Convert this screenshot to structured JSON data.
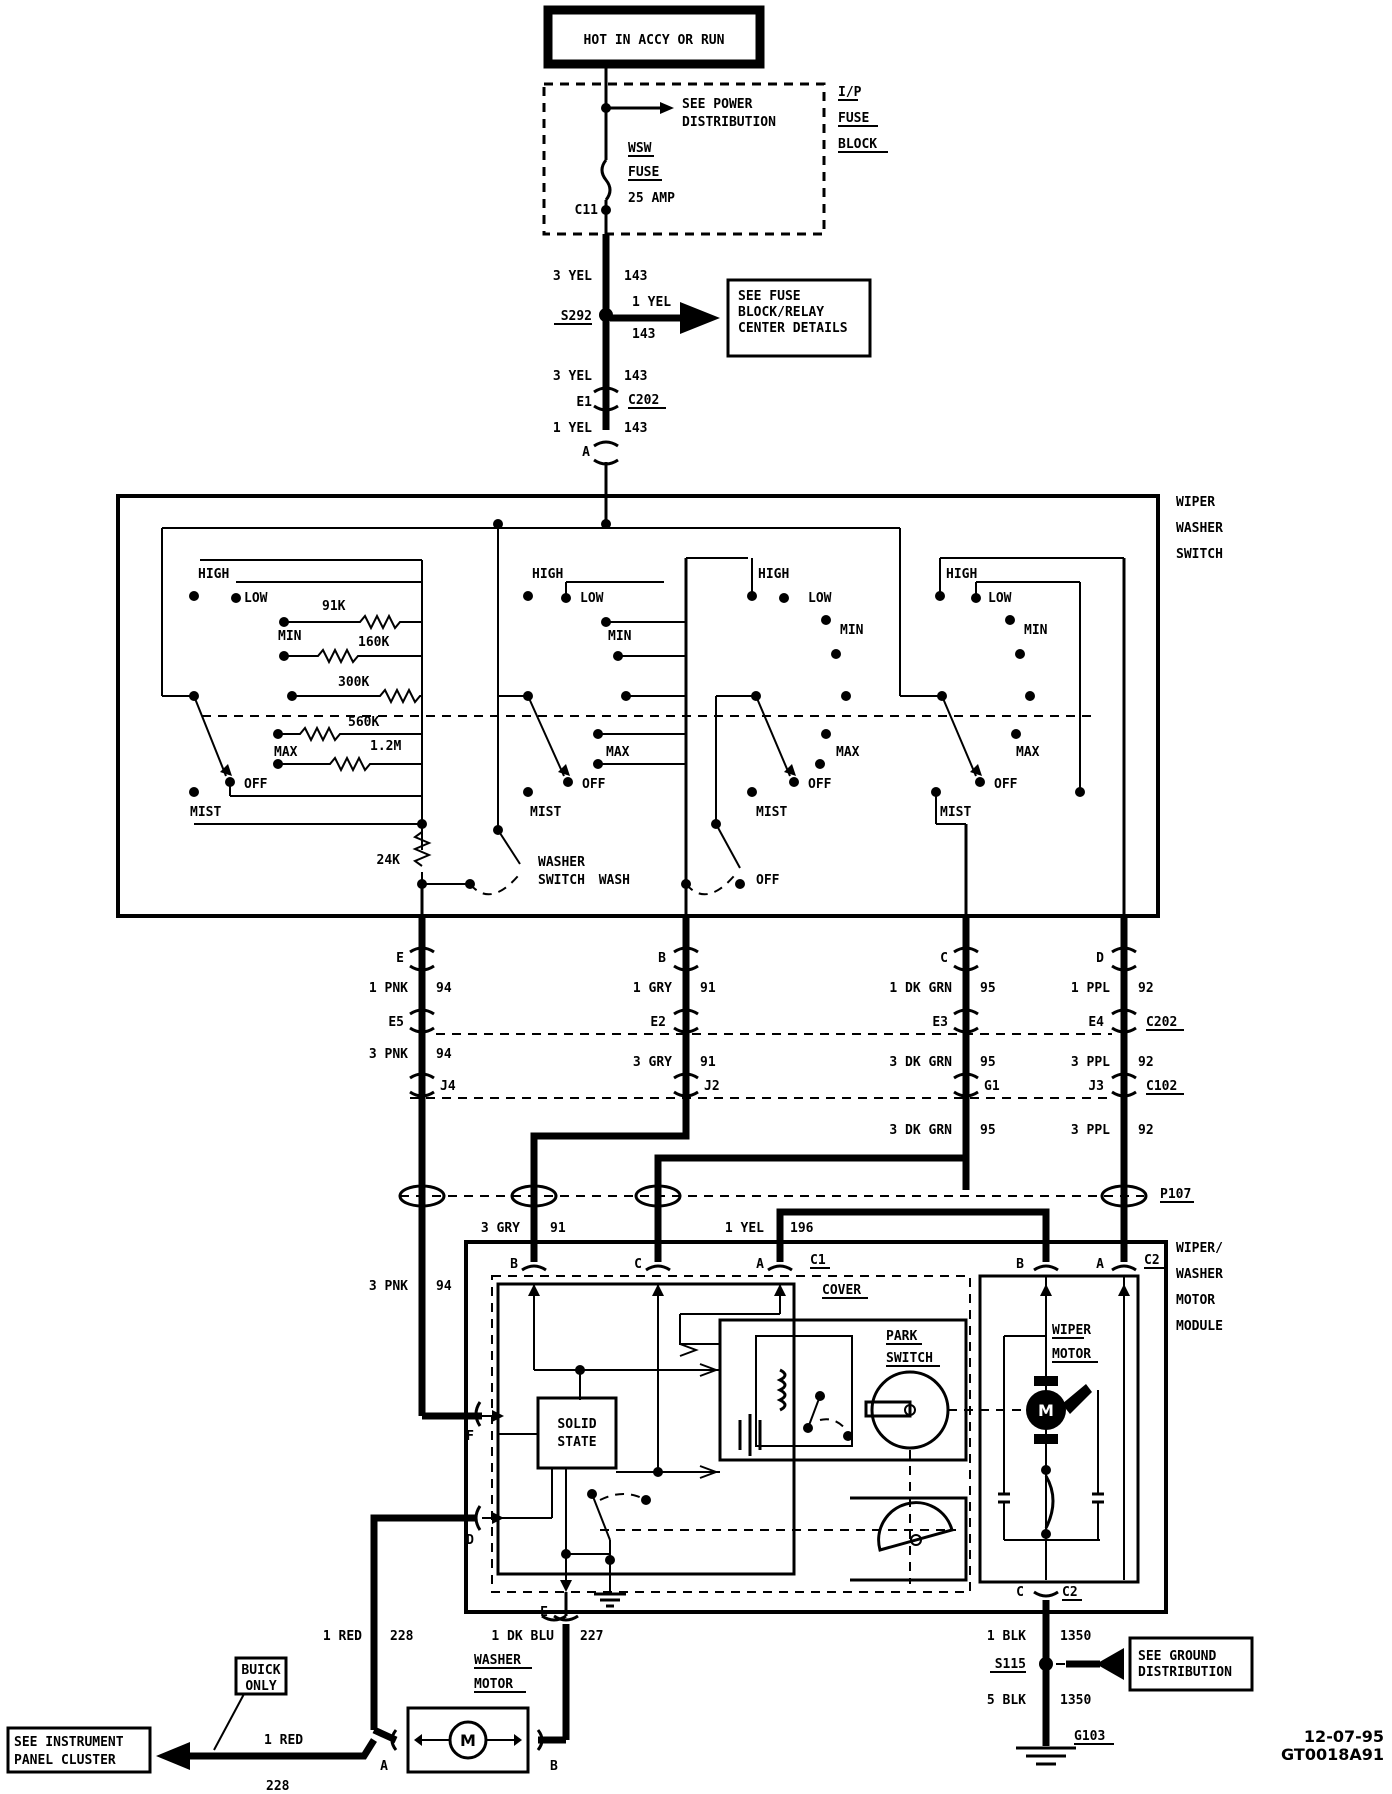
{
  "power_source": "HOT IN ACCY OR RUN",
  "fuse_block": {
    "title_lines": [
      "I/P",
      "FUSE",
      "BLOCK"
    ],
    "see_power_lines": [
      "SEE POWER",
      "DISTRIBUTION"
    ],
    "fuse_name_lines": [
      "WSW",
      "FUSE"
    ],
    "fuse_rating": "25 AMP",
    "connector": "C11"
  },
  "feed": {
    "wire_top_color": "3 YEL",
    "wire_top_circuit": "143",
    "splice": "S292",
    "branch_color": "1 YEL",
    "branch_circuit": "143",
    "see_fuse_lines": [
      "SEE FUSE",
      "BLOCK/RELAY",
      "CENTER DETAILS"
    ],
    "wire_mid_color": "3 YEL",
    "wire_mid_circuit": "143",
    "conn_e1": "E1",
    "conn_c202": "C202",
    "wire_low_color": "1 YEL",
    "wire_low_circuit": "143",
    "pin_a": "A"
  },
  "switch_box": {
    "title_lines": [
      "WIPER",
      "WASHER",
      "SWITCH"
    ],
    "positions": {
      "high": "HIGH",
      "low": "LOW",
      "min": "MIN",
      "max": "MAX",
      "off": "OFF",
      "mist": "MIST"
    },
    "resistors": [
      "91K",
      "160K",
      "300K",
      "560K",
      "1.2M",
      "24K"
    ],
    "washer_switch_lines": [
      "WASHER",
      "SWITCH"
    ],
    "wash": "WASH"
  },
  "harness": [
    {
      "pin": "E",
      "color1": "1 PNK",
      "circuit": "94",
      "conn2": "E5",
      "color3": "3 PNK",
      "conn3": "J4"
    },
    {
      "pin": "B",
      "color1": "1 GRY",
      "circuit": "91",
      "conn2": "E2",
      "color3": "3 GRY",
      "conn3": "J2"
    },
    {
      "pin": "C",
      "color1": "1 DK GRN",
      "circuit": "95",
      "conn2": "E3",
      "color3": "3 DK GRN",
      "conn3": "G1",
      "color4": "3 DK GRN"
    },
    {
      "pin": "D",
      "color1": "1 PPL",
      "circuit": "92",
      "conn2": "E4",
      "color3": "3 PPL",
      "conn3": "J3",
      "color4": "3 PPL"
    }
  ],
  "connectors": {
    "c202": "C202",
    "c102": "C102",
    "p107": "P107"
  },
  "module": {
    "title_lines": [
      "WIPER/",
      "WASHER",
      "MOTOR",
      "MODULE"
    ],
    "wire_gry_color": "3 GRY",
    "wire_gry_circuit": "91",
    "wire_yel_color": "1 YEL",
    "wire_yel_circuit": "196",
    "wire_pnk_color": "3 PNK",
    "wire_pnk_circuit": "94",
    "c1": "C1",
    "c2": "C2",
    "cover": "COVER",
    "park_switch_lines": [
      "PARK",
      "SWITCH"
    ],
    "solid_state_lines": [
      "SOLID",
      "STATE"
    ],
    "wiper_motor_lines": [
      "WIPER",
      "MOTOR"
    ],
    "motor_symbol": "M",
    "pins": {
      "b": "B",
      "c": "C",
      "a": "A",
      "f": "F",
      "d": "D",
      "e": "E",
      "b2": "B",
      "a2": "A",
      "c2": "C"
    }
  },
  "washer_motor": {
    "title_lines": [
      "WASHER",
      "MOTOR"
    ],
    "symbol": "M",
    "pin_a": "A",
    "pin_b": "B",
    "red_color": "1 RED",
    "red_circuit": "228",
    "blu_color": "1 DK BLU",
    "blu_circuit": "227",
    "red2_color": "1 RED",
    "red2_circuit": "228",
    "buick_lines": [
      "BUICK",
      "ONLY"
    ],
    "see_ipc_lines": [
      "SEE INSTRUMENT",
      "PANEL CLUSTER"
    ]
  },
  "ground": {
    "blk1_color": "1 BLK",
    "blk1_circuit": "1350",
    "splice": "S115",
    "blk2_color": "5 BLK",
    "blk2_circuit": "1350",
    "g": "G103",
    "see_ground_lines": [
      "SEE GROUND",
      "DISTRIBUTION"
    ]
  },
  "footer": {
    "date": "12-07-95",
    "code": "GT0018A91"
  }
}
